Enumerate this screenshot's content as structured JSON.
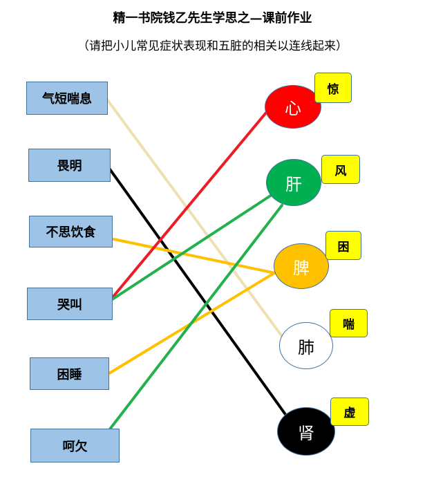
{
  "title": "精一书院钱乙先生学思之—课前作业",
  "subtitle": "（请把小儿常见症状表现和五脏的相关以连线起来）",
  "symptoms": [
    "气短喘息",
    "畏明",
    "不思饮食",
    "哭叫",
    "困睡",
    "呵欠"
  ],
  "organs": [
    {
      "name": "心",
      "tag": "惊",
      "color": "#ff0000",
      "text_color": "#ffffff"
    },
    {
      "name": "肝",
      "tag": "风",
      "color": "#00b050",
      "text_color": "#ffffff"
    },
    {
      "name": "脾",
      "tag": "困",
      "color": "#ffc000",
      "text_color": "#ffffff"
    },
    {
      "name": "肺",
      "tag": "喘",
      "color": "#ffffff",
      "text_color": "#000000"
    },
    {
      "name": "肾",
      "tag": "虚",
      "color": "#000000",
      "text_color": "#ffffff"
    }
  ],
  "connections": [
    {
      "symptom": "气短喘息",
      "organ": "肺",
      "color": "#eee0b0"
    },
    {
      "symptom": "畏明",
      "organ": "肾",
      "color": "#000000"
    },
    {
      "symptom": "不思饮食",
      "organ": "脾",
      "color": "#ffc000"
    },
    {
      "symptom": "哭叫",
      "organ": "心",
      "color": "#ed1c24"
    },
    {
      "symptom": "哭叫",
      "organ": "肝",
      "color": "#22b14c"
    },
    {
      "symptom": "困睡",
      "organ": "脾",
      "color": "#ffc000"
    },
    {
      "symptom": "呵欠",
      "organ": "肝",
      "color": "#22b14c"
    }
  ]
}
